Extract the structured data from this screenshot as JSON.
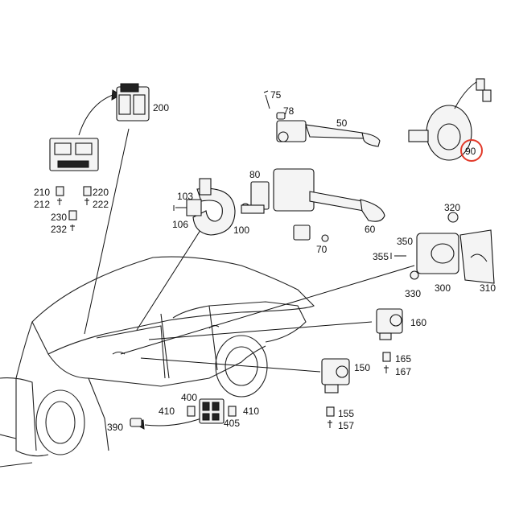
{
  "diagram": {
    "callouts": {
      "c200": "200",
      "c75": "75",
      "c78": "78",
      "c50": "50",
      "c90": "90",
      "c210": "210",
      "c212": "212",
      "c220": "220",
      "c222": "222",
      "c230": "230",
      "c232": "232",
      "c103": "103",
      "c106": "106",
      "c100": "100",
      "c80": "80",
      "c60": "60",
      "c70": "70",
      "c320": "320",
      "c350": "350",
      "c355": "355",
      "c330": "330",
      "c300": "300",
      "c310": "310",
      "c160": "160",
      "c165": "165",
      "c167": "167",
      "c150": "150",
      "c155": "155",
      "c157": "157",
      "c400": "400",
      "c410a": "410",
      "c410b": "410",
      "c405": "405",
      "c390": "390"
    },
    "highlight_color": "#e23a2a"
  }
}
